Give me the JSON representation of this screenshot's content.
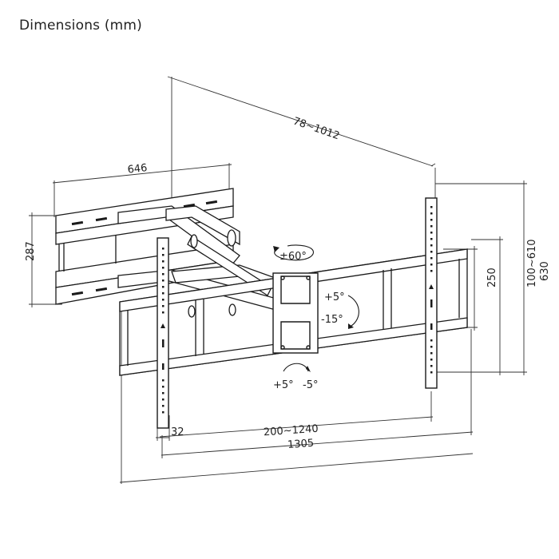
{
  "header": {
    "title": "Dimensions (mm)"
  },
  "dimensions": {
    "extension": "78~1012",
    "wall_plate_width": "646",
    "wall_plate_height": "287",
    "arm_width_total": "1305",
    "vesa_horizontal": "200~1240",
    "bracket_width": "32",
    "vesa_vertical_max": "250",
    "vesa_vertical_range": "100~610",
    "bracket_height": "630"
  },
  "rotations": {
    "swivel": "±60°",
    "tilt_up": "+5°",
    "tilt_down": "-15°",
    "level_plus": "+5°",
    "level_minus": "-5°"
  },
  "colors": {
    "line": "#1a1a1a",
    "dim_line": "#333333"
  }
}
